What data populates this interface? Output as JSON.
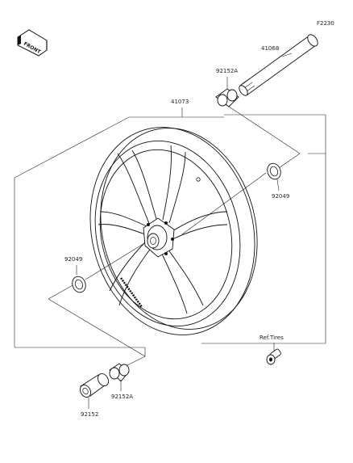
{
  "figure_code": "F2230",
  "front_marker": "FRONT",
  "parts": {
    "axle": "41068",
    "collar_top": "92152A",
    "wheel": "41073",
    "seal_right": "92049",
    "seal_left": "92049",
    "collar_bottom": "92152A",
    "spacer_bottom": "92152",
    "ref_tires": "Ref.Tires"
  }
}
